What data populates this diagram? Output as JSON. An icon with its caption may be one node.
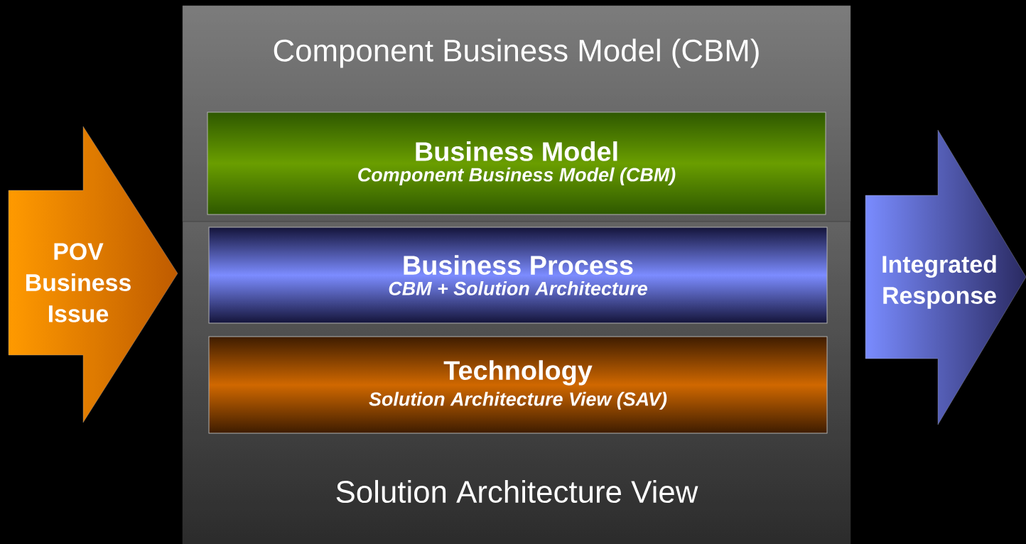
{
  "diagram": {
    "nodes": [
      {
        "text": [
          "Component Business Model (CBM)"
        ]
      },
      {
        "text": [
          "Business Model",
          "Component Business Model (CBM)"
        ],
        "in": 0
      },
      {
        "text": [
          "Solution Architecture View"
        ]
      },
      {
        "text": [
          "Business Process",
          "CBM + Solution Architecture"
        ],
        "in": 2
      },
      {
        "text": [
          "Technology",
          "Solution Architecture View (SAV)"
        ],
        "in": 2
      },
      {
        "text": [
          "POV Business Issue"
        ]
      },
      {
        "text": [
          "Integrated Response"
        ]
      }
    ]
  }
}
